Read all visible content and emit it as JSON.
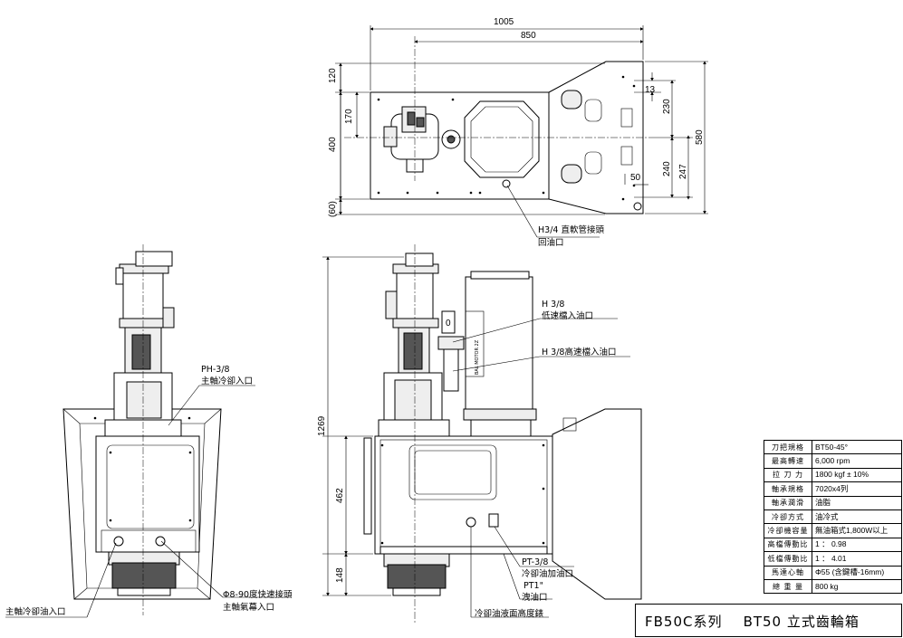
{
  "top_view": {
    "dims": {
      "overall_width": "1005",
      "spindle_to_edge": "850",
      "upper_height": "120",
      "spindle_offset": "170",
      "body_height": "400",
      "lower_height": "(60)",
      "bracket_13": "13",
      "bracket_230": "230",
      "bracket_580": "580",
      "bracket_240": "240",
      "bracket_247": "247",
      "bracket_50": "50"
    },
    "callouts": {
      "return_port_line1": "H3/4 直軟管接頭",
      "return_port_line2": "回油口"
    }
  },
  "left_view": {
    "callouts": {
      "ph_port_line1": "PH-3/8",
      "ph_port_line2": "主軸冷卻入口",
      "quick_coupler_line1": "Φ8-90度快速接頭",
      "quick_coupler_line2": "主軸氣幕入口",
      "coolant_inlet": "主軸冷卻油入口"
    }
  },
  "front_view": {
    "dims": {
      "overall_height": "1269",
      "body_height": "462",
      "lower_height": "148"
    },
    "sight_glass_label": "0",
    "motor_plate_text": "BAL MOTOR 2Z",
    "callouts": {
      "low_speed_line1": "H 3/8",
      "low_speed_line2": "低速檔入油口",
      "high_speed": "H 3/8高速檔入油口",
      "pt38_line1": "PT-3/8",
      "pt38_line2": "冷卻油加油口",
      "pt1_line1": "PT1\"",
      "pt1_line2": "洩油口",
      "oil_level_gauge": "冷卻油液面高度錶"
    }
  },
  "spec_table": [
    {
      "key": "刀把規格",
      "value": "BT50-45°"
    },
    {
      "key": "最高轉速",
      "value": "6,000 rpm"
    },
    {
      "key": "拉 刀 力",
      "value": "1800 kgf ± 10%"
    },
    {
      "key": "軸承規格",
      "value": "7020x4列"
    },
    {
      "key": "軸承潤滑",
      "value": "油脂"
    },
    {
      "key": "冷卻方式",
      "value": "油冷式"
    },
    {
      "key": "冷卻機容量",
      "value": "無油箱式1,800W以上"
    },
    {
      "key": "高檔傳動比",
      "value": "1 ： 0.98"
    },
    {
      "key": "低檔傳動比",
      "value": "1 ： 4.01"
    },
    {
      "key": "馬達心軸",
      "value": "Φ55 (含鍵槽-16mm)"
    },
    {
      "key": "總 重 量",
      "value": "800 kg"
    }
  ],
  "title_block": {
    "series": "FB50C系列",
    "model": "BT50 立式齒輪箱"
  }
}
